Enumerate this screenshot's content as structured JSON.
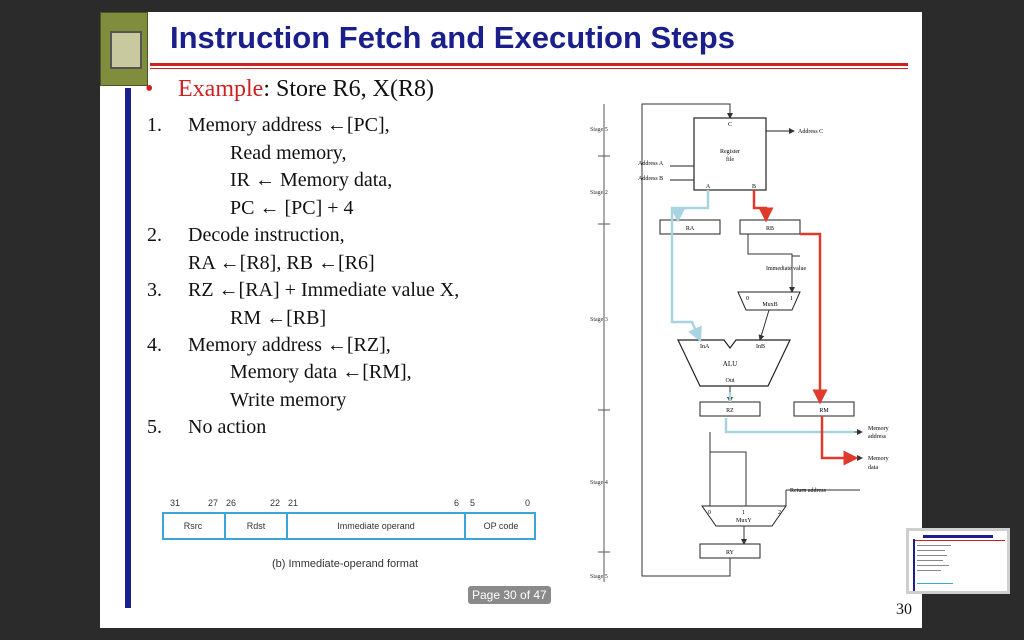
{
  "slide": {
    "title": "Instruction Fetch and Execution Steps",
    "bullet": "•",
    "example_label": "Example",
    "example_text": ": Store R6, X(R8)",
    "steps": [
      {
        "num": "1.",
        "lines": [
          "Memory address ←[PC],",
          "Read memory,",
          "IR ← Memory data,",
          "PC ← [PC] + 4"
        ]
      },
      {
        "num": "2.",
        "lines": [
          "Decode instruction,",
          "RA ←[R8], RB ←[R6]"
        ]
      },
      {
        "num": "3.",
        "lines": [
          "RZ ←[RA] + Immediate value X,",
          "RM ←[RB]"
        ]
      },
      {
        "num": "4.",
        "lines": [
          "Memory address ←[RZ],",
          "Memory data ←[RM],",
          "Write memory"
        ]
      },
      {
        "num": "5.",
        "lines": [
          "No action"
        ]
      }
    ],
    "slide_number": "30"
  },
  "format": {
    "bits": [
      "31",
      "27",
      "26",
      "22",
      "21",
      "6",
      "5",
      "0"
    ],
    "fields": [
      "Rsrc",
      "Rdst",
      "Immediate operand",
      "OP code"
    ],
    "caption": "(b) Immediate-operand format"
  },
  "diagram": {
    "stages": [
      "Stage 5",
      "Stage 2",
      "Stage 3",
      "Stage 4",
      "Stage 5"
    ],
    "labels": {
      "c": "C",
      "address_c": "Address C",
      "register_file_1": "Register",
      "register_file_2": "file",
      "address_a": "Address A",
      "address_b": "Address B",
      "a": "A",
      "b": "B",
      "ra": "RA",
      "rb": "RB",
      "immediate_value": "Immediate value",
      "muxb_0": "0",
      "muxb_1": "1",
      "muxb": "MuxB",
      "ina": "InA",
      "inb": "InB",
      "alu": "ALU",
      "out": "Out",
      "rz": "RZ",
      "rm": "RM",
      "memory_address_1": "Memory",
      "memory_address_2": "address",
      "memory_data_1": "Memory",
      "memory_data_2": "data",
      "return_address": "Return address",
      "muxy_0": "0",
      "muxy_1": "1",
      "muxy_2": "2",
      "muxy": "MuxY",
      "ry": "RY"
    },
    "colors": {
      "red_path": "#e03a2c",
      "blue_path": "#a9d3e0"
    }
  },
  "viewer": {
    "page_indicator": "Page 30 of 47"
  },
  "colors": {
    "title": "#1a1f8c",
    "accent_red": "#cc2222",
    "format_border": "#3aa6d8"
  }
}
